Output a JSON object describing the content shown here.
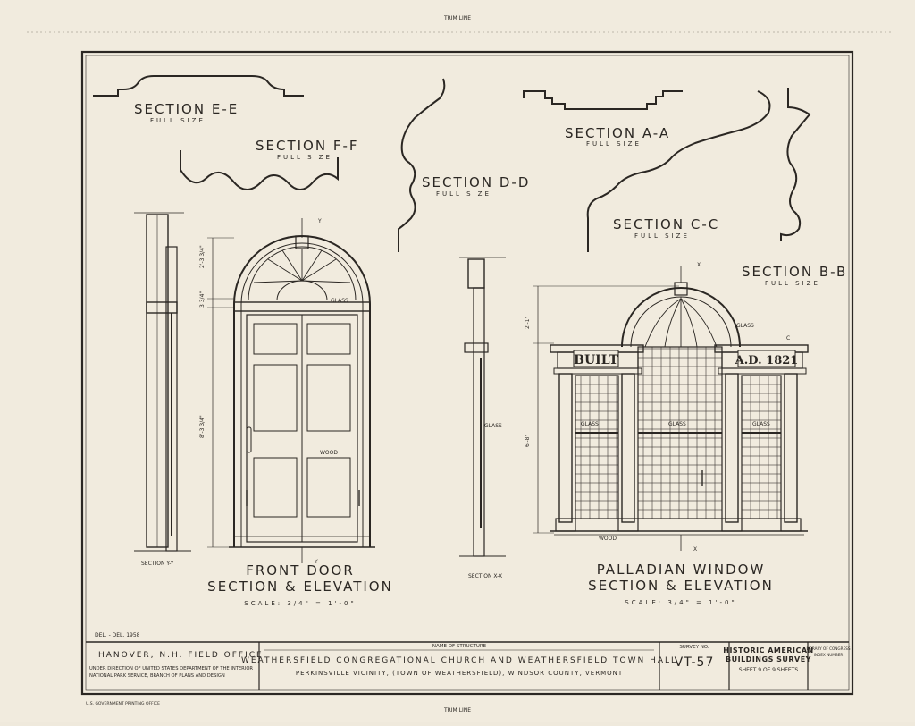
{
  "sheet": {
    "trim_top": "TRIM LINE",
    "trim_bottom": "TRIM LINE",
    "delineator": "DEL. - DEL. 1958",
    "printer_note": "U.S. GOVERNMENT PRINTING OFFICE"
  },
  "sections": {
    "e": {
      "title": "SECTION E-E",
      "sub": "FULL SIZE"
    },
    "f": {
      "title": "SECTION F-F",
      "sub": "FULL SIZE"
    },
    "d": {
      "title": "SECTION D-D",
      "sub": "FULL SIZE"
    },
    "a": {
      "title": "SECTION A-A",
      "sub": "FULL SIZE"
    },
    "c": {
      "title": "SECTION C-C",
      "sub": "FULL SIZE"
    },
    "b": {
      "title": "SECTION B-B",
      "sub": "FULL SIZE"
    }
  },
  "door": {
    "title": "FRONT DOOR",
    "subtitle": "SECTION & ELEVATION",
    "scale": "SCALE: 3/4\" = 1'-0\"",
    "section_label": "SECTION Y-Y",
    "dim_top": "2'-3 3/4\"",
    "dim_mid": "3 3/4\"",
    "dim_main": "8'-3 3/4\"",
    "note_glass": "GLASS",
    "note_wood": "WOOD",
    "mark_y": "Y"
  },
  "window": {
    "title": "PALLADIAN WINDOW",
    "subtitle": "SECTION & ELEVATION",
    "scale": "SCALE: 3/4\" = 1'-0\"",
    "section_label": "SECTION X-X",
    "dim_top": "2'-1\"",
    "dim_main": "6'-8\"",
    "plaque_left": "BUILT",
    "plaque_right": "A.D. 1821",
    "note_glass": "GLASS",
    "note_wood": "WOOD",
    "mark_x": "X",
    "mark_c": "C"
  },
  "title_block": {
    "office": "HANOVER, N.H. FIELD OFFICE",
    "office_note_1": "UNDER DIRECTION OF UNITED STATES DEPARTMENT OF THE INTERIOR",
    "office_note_2": "NATIONAL PARK SERVICE, BRANCH OF PLANS AND DESIGN",
    "name_label": "NAME OF STRUCTURE",
    "structure": "WEATHERSFIELD CONGREGATIONAL CHURCH AND WEATHERSFIELD TOWN HALL",
    "location": "PERKINSVILLE VICINITY, (TOWN OF WEATHERSFIELD), WINDSOR COUNTY, VERMONT",
    "survey_label": "SURVEY NO.",
    "survey_no": "VT-57",
    "habs_1": "HISTORIC AMERICAN",
    "habs_2": "BUILDINGS SURVEY",
    "sheet_of": "SHEET 9 OF 9 SHEETS",
    "lib_1": "LIBRARY OF CONGRESS",
    "lib_2": "INDEX NUMBER"
  }
}
